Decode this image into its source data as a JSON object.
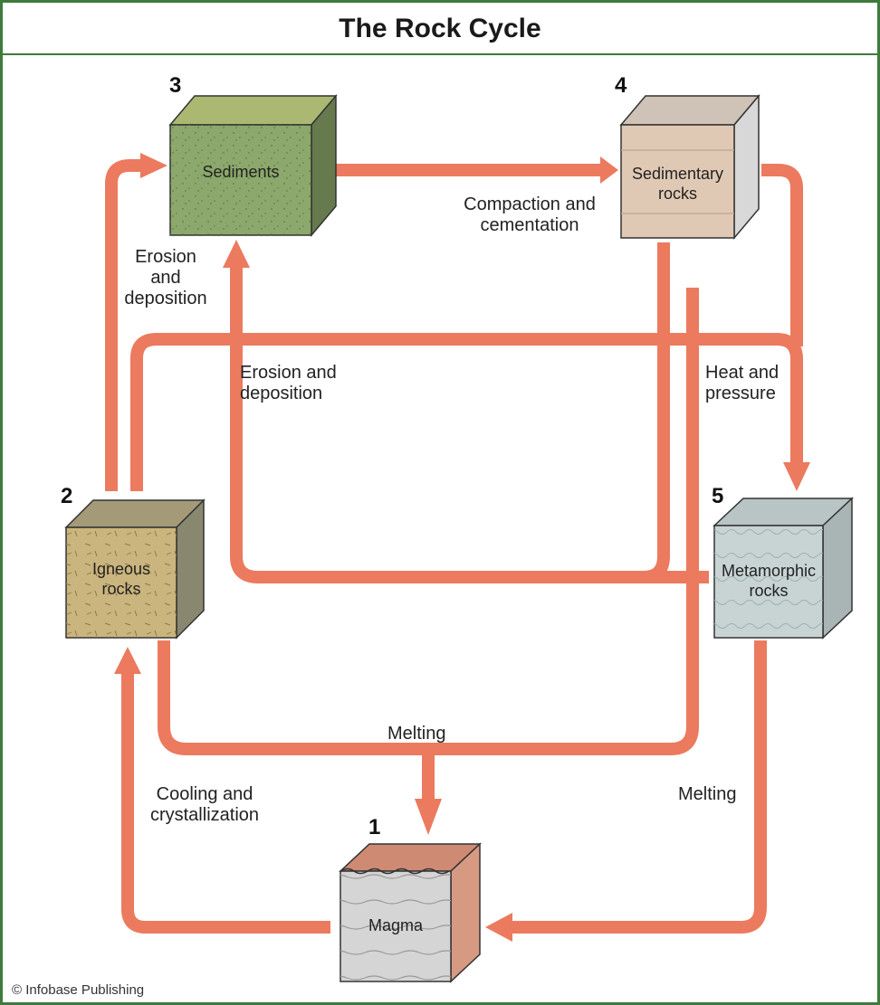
{
  "title": "The Rock Cycle",
  "credit": "© Infobase Publishing",
  "colors": {
    "frame": "#3d7a3d",
    "arrow": "#ec7a5e",
    "sediments_front": "#8ca86c",
    "sedimentary_front": "#e0c9b4",
    "igneous_front": "#cbb57e",
    "metamorphic_front": "#c8d4d4",
    "magma_front": "#d5d5d5",
    "magma_top": "#cf8a74"
  },
  "stages": [
    {
      "number": "1",
      "label": "Magma"
    },
    {
      "number": "2",
      "label": "Igneous\nrocks"
    },
    {
      "number": "3",
      "label": "Sediments"
    },
    {
      "number": "4",
      "label": "Sedimentary\nrocks"
    },
    {
      "number": "5",
      "label": "Metamorphic\nrocks"
    }
  ],
  "processes": {
    "compaction": "Compaction and\ncementation",
    "erosion_left": "Erosion\nand\ndeposition",
    "erosion_center": "Erosion and\ndeposition",
    "heat_pressure": "Heat and\npressure",
    "melting_center": "Melting",
    "melting_right": "Melting",
    "cooling": "Cooling and\ncrystallization"
  }
}
